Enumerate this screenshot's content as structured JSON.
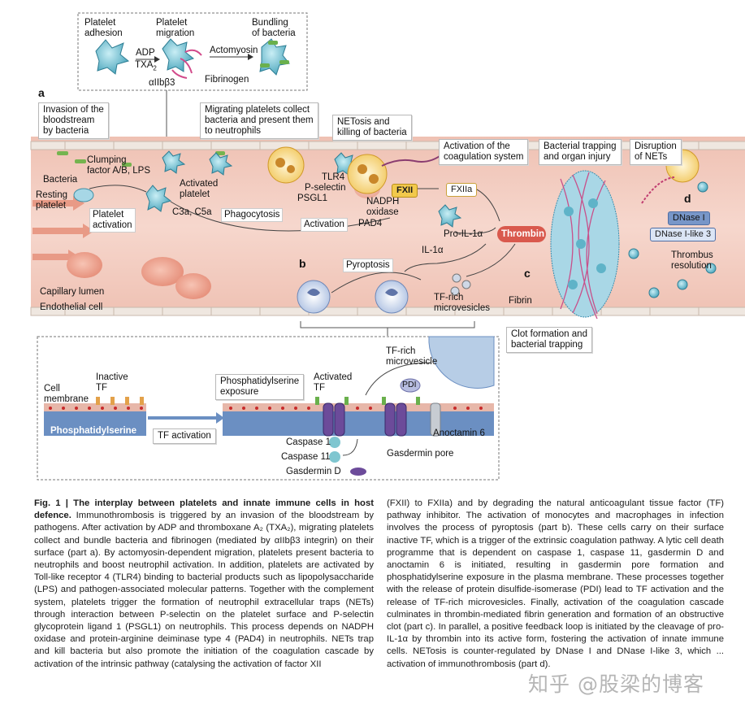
{
  "panel_a": {
    "top_inset": {
      "platelet_adhesion": "Platelet\nadhesion",
      "platelet_migration": "Platelet\nmigration",
      "bundling": "Bundling\nof bacteria",
      "adp": "ADP",
      "txa2": "TXA",
      "txa2_sub": "2",
      "actomyosin": "Actomyosin",
      "integrin": "αIIbβ3",
      "fibrinogen": "Fibrinogen"
    },
    "letter_a": "a",
    "letter_b": "b",
    "letter_c": "c",
    "letter_d": "d",
    "boxes": {
      "invasion": "Invasion of the\nbloodstream\nby bacteria",
      "migrating": "Migrating platelets collect\nbacteria and present them\nto neutrophils",
      "netosis": "NETosis and\nkilling of bacteria",
      "activation_coag": "Activation of the\ncoagulation system",
      "trapping": "Bacterial trapping\nand organ injury",
      "disruption": "Disruption\nof NETs",
      "clot": "Clot formation and\nbacterial trapping"
    },
    "labels": {
      "bacteria": "Bacteria",
      "clumping": "Clumping\nfactor A/B, LPS",
      "resting": "Resting\nplatelet",
      "platelet_activation": "Platelet\nactivation",
      "activated_platelet": "Activated\nplatelet",
      "c3a": "C3a, C5a",
      "phagocytosis": "Phagocytosis",
      "tlr4": "TLR4",
      "pselectin": "P-selectin",
      "psgl1": "PSGL1",
      "nadph": "NADPH\noxidase",
      "pad4": "PAD4",
      "fxii": "FXII",
      "fxiia": "FXIIa",
      "activation": "Activation",
      "pro_il": "Pro-IL-1α",
      "il1a": "IL-1α",
      "thrombin": "Thrombin",
      "pyroptosis": "Pyroptosis",
      "tf_rich": "TF-rich\nmicrovesicles",
      "fibrin": "Fibrin",
      "dnase1": "DNase I",
      "dnase1l3": "DNase I-like 3",
      "resolution": "Thrombus\nresolution",
      "capillary": "Capillary lumen",
      "endothelial": "Endothelial cell"
    }
  },
  "panel_b_inset": {
    "cell_membrane": "Cell\nmembrane",
    "inactive_tf": "Inactive\nTF",
    "phosphatidylserine": "Phosphatidylserine",
    "tf_activation": "TF activation",
    "ps_exposure": "Phosphatidylserine\nexposure",
    "activated_tf": "Activated\nTF",
    "tf_microvesicle": "TF-rich\nmicrovesicle",
    "pdi": "PDI",
    "caspase1": "Caspase 1",
    "caspase11": "Caspase 11",
    "gasdermin_d": "Gasdermin D",
    "gasdermin_pore": "Gasdermin pore",
    "anoctamin": "Anoctamin 6"
  },
  "caption": {
    "fig": "Fig. 1 | ",
    "title": "The interplay between platelets and innate immune cells in host defence.",
    "left_body": " Immunothrombosis is triggered by an invasion of the bloodstream by pathogens. After activation by ADP and thromboxane A₂ (TXA₂), migrating platelets collect and bundle bacteria and fibrinogen (mediated by αIIbβ3 integrin) on their surface (part a). By actomyosin-dependent migration, platelets present bacteria to neutrophils and boost neutrophil activation. In addition, platelets are activated by Toll-like receptor 4 (TLR4) binding to bacterial products such as lipopolysaccharide (LPS) and pathogen-associated molecular patterns. Together with the complement system, platelets trigger the formation of neutrophil extracellular traps (NETs) through interaction between P-selectin on the platelet surface and P-selectin glycoprotein ligand 1 (PSGL1) on neutrophils. This process depends on NADPH oxidase and protein-arginine deiminase type 4 (PAD4) in neutrophils. NETs trap and kill bacteria but also promote the initiation of the coagulation cascade by activation of the intrinsic pathway (catalysing the activation of factor XII",
    "right_body": "(FXII) to FXIIa) and by degrading the natural anticoagulant tissue factor (TF) pathway inhibitor. The activation of monocytes and macrophages in infection involves the process of pyroptosis (part b). These cells carry on their surface inactive TF, which is a trigger of the extrinsic coagulation pathway. A lytic cell death programme that is dependent on caspase 1, caspase 11, gasdermin D and anoctamin 6 is initiated, resulting in gasdermin pore formation and phosphatidylserine exposure in the plasma membrane. These processes together with the release of protein disulfide-isomerase (PDI) lead to TF activation and the release of TF-rich microvesicles. Finally, activation of the coagulation cascade culminates in thrombin-mediated fibrin generation and formation of an obstructive clot (part c). In parallel, a positive feedback loop is initiated by the cleavage of pro-IL-1α by thrombin into its active form, fostering the activation of innate immune cells. NETosis is counter-regulated by DNase I and DNase I-like 3, which ... activation of immunothrombosis (part d)."
  },
  "watermark": "知乎 @股梁的博客",
  "colors": {
    "lumen": "#f3c9bd",
    "vessel_wall": "#e9b7a8",
    "thrombin": "#d9594d",
    "fxii": "#f2c94c",
    "dnase": "#7896c8",
    "membrane": "#5b80b4",
    "platelet": "#5fb3c8"
  }
}
